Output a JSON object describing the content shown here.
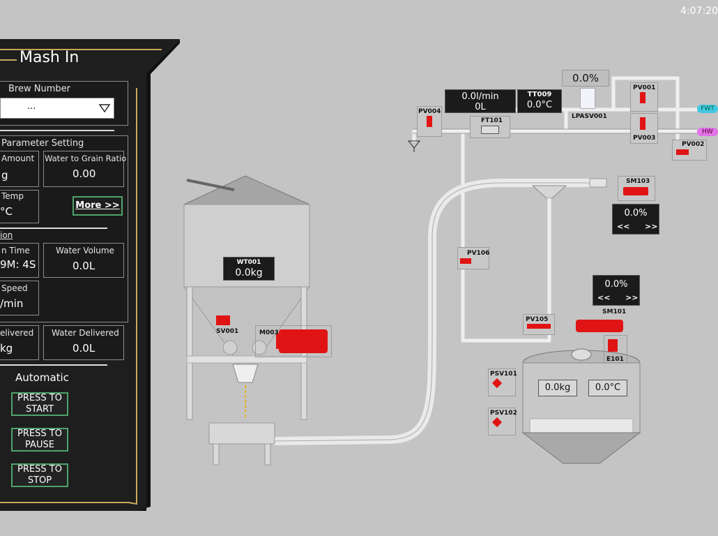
{
  "clock": "4:07:20",
  "panel": {
    "title": "Mash In",
    "brew_number_label": "Brew Number",
    "brew_number_value": "...",
    "parameter_heading": "Parameter Setting",
    "amount_label": "Amount",
    "amount_value": "g",
    "ratio_label": "Water to Grain Ratio",
    "ratio_value": "0.00",
    "temp_label": "Temp",
    "temp_value": "°C",
    "more_label": "More >>",
    "section2_heading": "ion",
    "time_label": "n Time",
    "time_value": "9M: 4S",
    "water_volume_label": "Water Volume",
    "water_volume_value": "0.0L",
    "speed_label": "Speed",
    "speed_value": "/min",
    "delivered_label": "elivered",
    "delivered_value": "kg",
    "water_delivered_label": "Water Delivered",
    "water_delivered_value": "0.0L",
    "automatic_label": "Automatic",
    "start_label": "PRESS TO START",
    "pause_label": "PRESS TO PAUSE",
    "stop_label": "PRESS TO STOP"
  },
  "process": {
    "flow_rate": "0.0l/min",
    "flow_total": "0L",
    "tt009_label": "TT009",
    "tt009_value": "0.0°C",
    "lpasv_percent": "0.0%",
    "lpasv_label": "LPASV001",
    "ft101_label": "FT101",
    "pv001": "PV001",
    "pv002": "PV002",
    "pv003": "PV003",
    "pv004": "PV004",
    "pv105": "PV105",
    "pv106": "PV106",
    "fwt": "FWT",
    "hw": "HW",
    "sm103": "SM103",
    "sm103_value": "0.0%",
    "sm103_left": "<<",
    "sm103_right": ">>",
    "sm101": "SM101",
    "sm101_value": "0.0%",
    "sm101_left": "<<",
    "sm101_right": ">>",
    "e101": "E101",
    "wt001": "WT001",
    "wt001_value": "0.0kg",
    "sv001": "SV001",
    "m003": "M003",
    "psv101": "PSV101",
    "psv102": "PSV102",
    "tank_weight": "0.0kg",
    "tank_temp": "0.0°C"
  },
  "colors": {
    "background": "#c4c4c4",
    "panel": "#1e1e1e",
    "accent_gold": "#c8a95a",
    "button_border": "#4fa46c",
    "valve_red": "#e01414"
  }
}
